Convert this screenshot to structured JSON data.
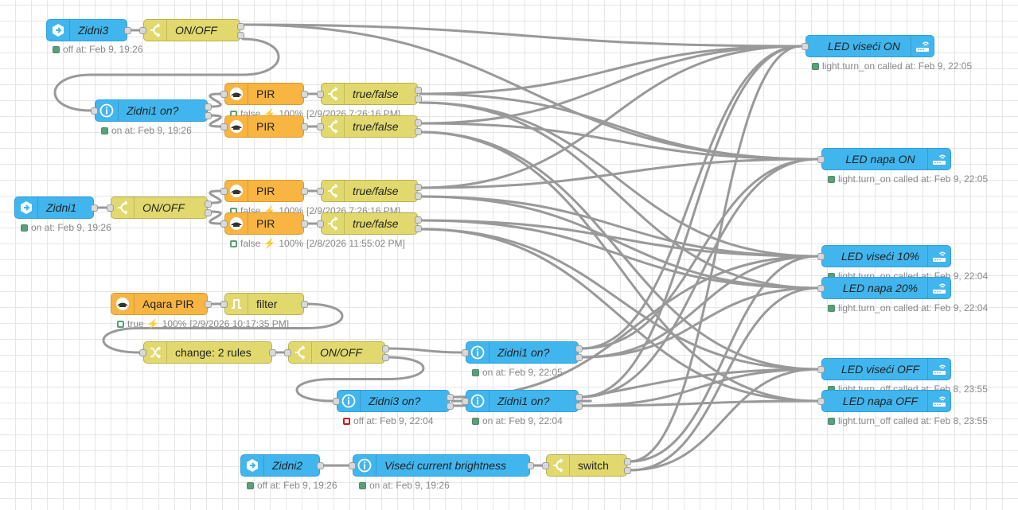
{
  "colors": {
    "action_node": "#41b6ee",
    "function_node": "#e2d96e",
    "sensor_node": "#f8b542",
    "wire": "#999999",
    "status_ok": "#5a9e7a",
    "status_error": "#c31a1a",
    "bolt": "#f07a28"
  },
  "nodes": {
    "zidni3": {
      "label": "Zidni3",
      "status": "off at: Feb 9, 19:26"
    },
    "onoff1": {
      "label": "ON/OFF"
    },
    "zidni1_on_top": {
      "label": "Zidni1 on?",
      "status": "on at: Feb 9, 19:26"
    },
    "pir1": {
      "label": "PIR",
      "status": "false",
      "status_pct": "100%",
      "status_time": "[2/9/2026 7:26:16 PM]"
    },
    "tf1": {
      "label": "true/false"
    },
    "pir2": {
      "label": "PIR"
    },
    "tf2": {
      "label": "true/false"
    },
    "zidni1": {
      "label": "Zidni1",
      "status": "on at: Feb 9, 19:26"
    },
    "onoff2": {
      "label": "ON/OFF"
    },
    "pir3": {
      "label": "PIR",
      "status": "false",
      "status_pct": "100%",
      "status_time": "[2/9/2026 7:26:16 PM]"
    },
    "tf3": {
      "label": "true/false"
    },
    "pir4": {
      "label": "PIR",
      "status": "false",
      "status_pct": "100%",
      "status_time": "[2/8/2026 11:55:02 PM]"
    },
    "tf4": {
      "label": "true/false"
    },
    "aqara": {
      "label": "Aqara PIR",
      "status": "true",
      "status_pct": "100%",
      "status_time": "[2/9/2026 10:17:35 PM]"
    },
    "filter": {
      "label": "filter"
    },
    "change": {
      "label": "change: 2 rules"
    },
    "onoff3": {
      "label": "ON/OFF"
    },
    "zidni1_on_mid": {
      "label": "Zidni1 on?",
      "status": "on at: Feb 9, 22:05"
    },
    "zidni3_on": {
      "label": "Zidni3 on?",
      "status": "off at: Feb 9, 22:04"
    },
    "zidni1_on_low": {
      "label": "Zidni1 on?",
      "status": "on at: Feb 9, 22:04"
    },
    "zidni2": {
      "label": "Zidni2",
      "status": "off at: Feb 9, 19:26"
    },
    "viseci_brightness": {
      "label": "Viseći current brightness",
      "status": "on at: Feb 9, 19:26"
    },
    "switch": {
      "label": "switch"
    },
    "led_viseci_on": {
      "label": "LED viseći ON",
      "status": "light.turn_on called at: Feb 9, 22:05"
    },
    "led_napa_on": {
      "label": "LED napa ON",
      "status": "light.turn_on called at: Feb 9, 22:05"
    },
    "led_viseci_10": {
      "label": "LED viseći 10%",
      "status": "light.turn_on called at: Feb 9, 22:04"
    },
    "led_napa_20": {
      "label": "LED napa 20%",
      "status": "light.turn_on called at: Feb 9, 22:04"
    },
    "led_viseci_off": {
      "label": "LED viseći OFF",
      "status": "light.turn_off called at: Feb 8, 23:55"
    },
    "led_napa_off": {
      "label": "LED napa OFF",
      "status": "light.turn_off called at: Feb 8, 23:55"
    }
  },
  "icons": {
    "event": "event-icon",
    "switch": "switch-icon",
    "current_state": "info-icon",
    "motion": "motion-sensor-icon",
    "filter": "filter-icon",
    "change": "shuffle-icon",
    "service": "router-icon"
  }
}
